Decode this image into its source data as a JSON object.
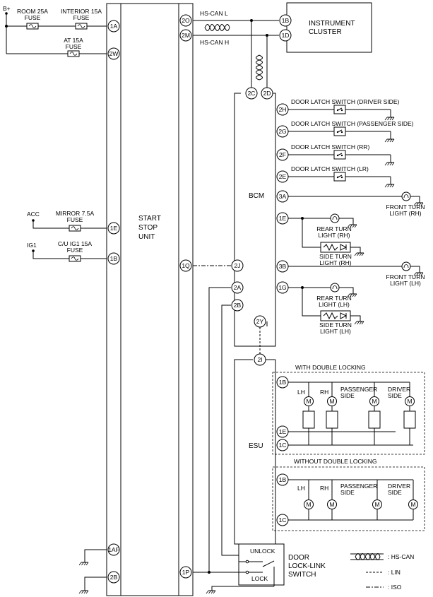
{
  "power": {
    "bplus": "B+",
    "acc": "ACC",
    "ig1": "IG1"
  },
  "fuses": {
    "room": [
      "ROOM 25A",
      "FUSE"
    ],
    "interior": [
      "INTERIOR 15A",
      "FUSE"
    ],
    "at": [
      "AT 15A",
      "FUSE"
    ],
    "mirror": [
      "MIRROR 7.5A",
      "FUSE"
    ],
    "cu_ig1": [
      "C/U IG1 15A",
      "FUSE"
    ]
  },
  "ssu": {
    "title": [
      "START",
      "STOP",
      "UNIT"
    ]
  },
  "ssu_pins": {
    "p1a": "1A",
    "p2w": "2W",
    "p1e": "1E",
    "p1b": "1B",
    "p1af": "1AF",
    "p2b": "2B",
    "p2o": "2O",
    "p2m": "2M",
    "p1q": "1Q",
    "p1p": "1P"
  },
  "can": {
    "l": "HS-CAN L",
    "h": "HS-CAN H"
  },
  "cluster": {
    "title": [
      "INSTRUMENT",
      "CLUSTER"
    ],
    "p1b": "1B",
    "p1d": "1D"
  },
  "bcm": {
    "label": "BCM",
    "pins": {
      "p2c": "2C",
      "p2d": "2D",
      "p2h": "2H",
      "p2g": "2G",
      "p2f": "2F",
      "p2e": "2E",
      "p3a": "3A",
      "p1e": "1E",
      "p3b": "3B",
      "p1g": "1G",
      "p2j": "2J",
      "p2a": "2A",
      "p2b": "2B",
      "p2y": "2Y"
    }
  },
  "switches": {
    "driver": "DOOR LATCH SWITCH (DRIVER SIDE)",
    "passenger": "DOOR LATCH SWITCH (PASSENGER SIDE)",
    "rr": "DOOR LATCH SWITCH (RR)",
    "lr": "DOOR LATCH SWITCH (LR)"
  },
  "lights": {
    "front_rh": [
      "FRONT TURN",
      "LIGHT (RH)"
    ],
    "rear_rh": [
      "REAR TURN",
      "LIGHT (RH)"
    ],
    "side_rh": [
      "SIDE TURN",
      "LIGHT (RH)"
    ],
    "front_lh": [
      "FRONT TURN",
      "LIGHT (LH)"
    ],
    "rear_lh": [
      "REAR TURN",
      "LIGHT (LH)"
    ],
    "side_lh": [
      "SIDE TURN",
      "LIGHT (LH)"
    ]
  },
  "esu": {
    "label": "ESU",
    "pins": {
      "p2i": "2I",
      "p1b_a": "1B",
      "p1e": "1E",
      "p1c_a": "1C",
      "p1b_b": "1B",
      "p1c_b": "1C"
    },
    "with_double": "WITH DOUBLE LOCKING",
    "without_double": "WITHOUT DOUBLE LOCKING",
    "lh": "LH",
    "rh": "RH",
    "passenger": [
      "PASSENGER",
      "SIDE"
    ],
    "driver": [
      "DRIVER",
      "SIDE"
    ],
    "motor": "M"
  },
  "lock_switch": {
    "title": [
      "DOOR",
      "LOCK-LINK",
      "SWITCH"
    ],
    "unlock": "UNLOCK",
    "lock": "LOCK"
  },
  "legend": {
    "hscan": ": HS-CAN",
    "lin": ": LIN",
    "iso": ": ISO"
  }
}
